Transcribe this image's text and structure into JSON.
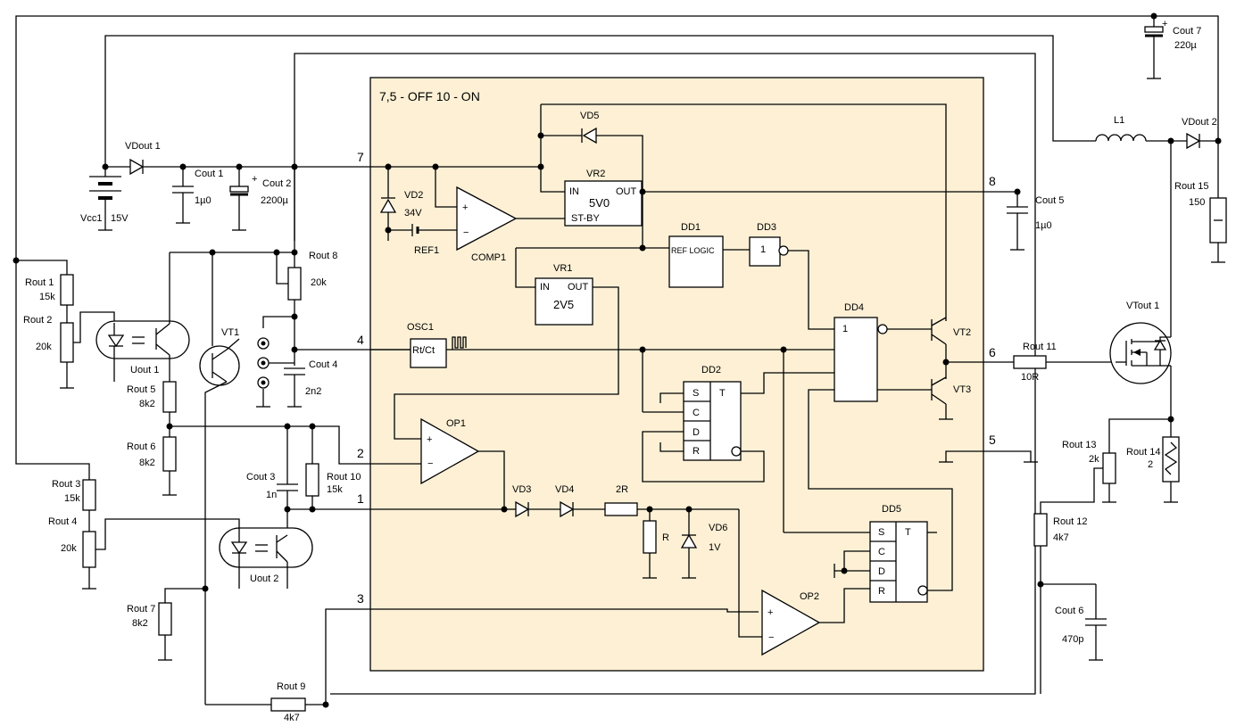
{
  "title": "7,5 - OFF   10 - ON",
  "pins": {
    "p1": "1",
    "p2": "2",
    "p3": "3",
    "p4": "4",
    "p5": "5",
    "p6": "6",
    "p7": "7",
    "p8": "8"
  },
  "labels": {
    "vdout1": "VDout 1",
    "vcc1": "Vcc1",
    "vcc1_val": "15V",
    "cout1": "Cout 1",
    "cout1_val": "1µ0",
    "cout2": "Cout 2",
    "cout2_val": "2200µ",
    "rout1": "Rout 1",
    "rout1_val": "15k",
    "rout2": "Rout 2",
    "rout2_val": "20k",
    "uout1": "Uout 1",
    "vt1": "VT1",
    "rout8": "Rout 8",
    "rout8_val": "20k",
    "cout4": "Cout 4",
    "cout4_val": "2n2",
    "rout5": "Rout 5",
    "rout5_val": "8k2",
    "rout6": "Rout 6",
    "rout6_val": "8k2",
    "rout3": "Rout 3",
    "rout3_val": "15k",
    "rout4": "Rout 4",
    "rout4_val": "20k",
    "cout3": "Cout 3",
    "cout3_val": "1n",
    "rout10": "Rout 10",
    "rout10_val": "15k",
    "uout2": "Uout 2",
    "rout7": "Rout 7",
    "rout7_val": "8k2",
    "rout9": "Rout 9",
    "rout9_val": "4k7",
    "vd2": "VD2",
    "vd2_val": "34V",
    "ref1": "REF1",
    "comp1": "COMP1",
    "vd5": "VD5",
    "vr2": "VR2",
    "vr2_in": "IN",
    "vr2_out": "OUT",
    "vr2_val": "5V0",
    "vr2_stby": "ST-BY",
    "dd1": "DD1",
    "dd1_box": "REF LOGIC",
    "dd3": "DD3",
    "dd3_box": "1",
    "vr1": "VR1",
    "vr1_in": "IN",
    "vr1_out": "OUT",
    "vr1_val": "2V5",
    "osc1": "OSC1",
    "osc1_box": "Rt/Ct",
    "dd4": "DD4",
    "dd4_box": "1",
    "dd2": "DD2",
    "s": "S",
    "t": "T",
    "cc": "C",
    "dd": "D",
    "rr": "R",
    "op1": "OP1",
    "vd3": "VD3",
    "vd4": "VD4",
    "r2r": "2R",
    "r_lbl": "R",
    "vd6": "VD6",
    "vd6_val": "1V",
    "dd5": "DD5",
    "op2": "OP2",
    "vt2": "VT2",
    "vt3": "VT3",
    "cout5": "Cout 5",
    "cout5_val": "1µ0",
    "cout7": "Cout 7",
    "cout7_val": "220µ",
    "l1": "L1",
    "vdout2": "VDout 2",
    "rout15": "Rout 15",
    "rout15_val": "150",
    "vtout1": "VTout 1",
    "rout11": "Rout 11",
    "rout11_val": "10R",
    "rout13": "Rout 13",
    "rout13_val": "2k",
    "rout14": "Rout 14",
    "rout14_val": "2",
    "rout12": "Rout 12",
    "rout12_val": "4k7",
    "cout6": "Cout 6",
    "cout6_val": "470p"
  },
  "colors": {
    "ic_fill": "#fdf0d5",
    "wire": "#000000"
  }
}
